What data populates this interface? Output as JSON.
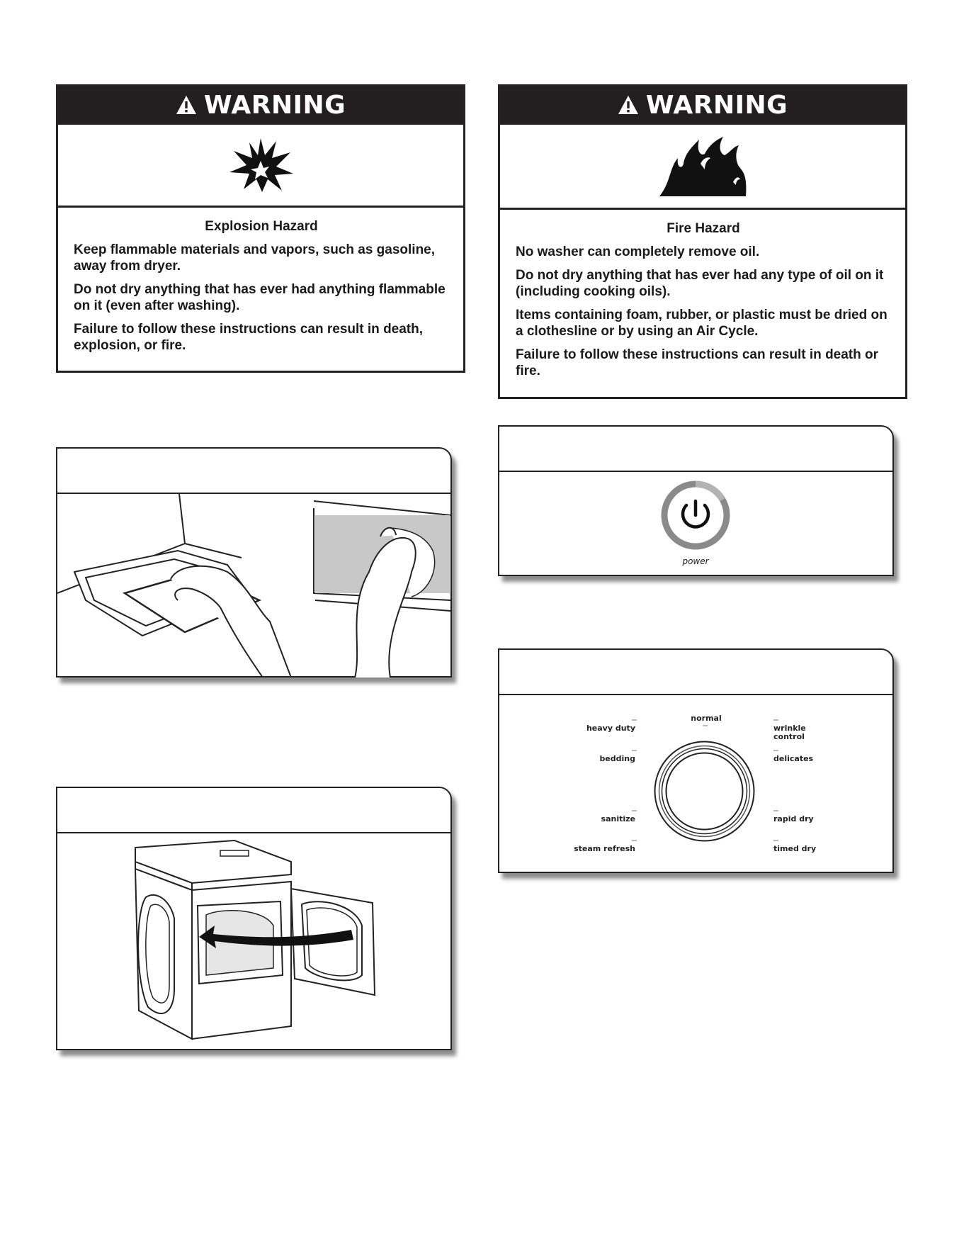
{
  "warnings": [
    {
      "header": "WARNING",
      "icon": "explosion-icon",
      "title": "Explosion Hazard",
      "paragraphs": [
        "Keep flammable materials and vapors, such as gasoline, away from dryer.",
        "Do not dry anything that has ever had anything flammable on it (even after washing).",
        "Failure to follow these instructions can result in death, explosion, or fire."
      ]
    },
    {
      "header": "WARNING",
      "icon": "fire-icon",
      "title": "Fire Hazard",
      "paragraphs": [
        "No washer can completely remove oil.",
        "Do not dry anything that has ever had any type of oil on it (including cooking oils).",
        "Items containing foam, rubber, or plastic must be dried on a clothesline or by using an Air Cycle.",
        "Failure to follow these instructions can result in death or fire."
      ]
    }
  ],
  "power_panel": {
    "label": "power",
    "icon": "power-icon"
  },
  "cycle_dial": {
    "top": "normal",
    "left": [
      "heavy duty",
      "bedding",
      "sanitize",
      "steam refresh"
    ],
    "right": [
      "wrinkle control",
      "delicates",
      "rapid dry",
      "timed dry"
    ]
  },
  "colors": {
    "header_bg": "#231f20",
    "drum_interior": "#c8c8c8",
    "power_ring": "#8a8a8a"
  }
}
